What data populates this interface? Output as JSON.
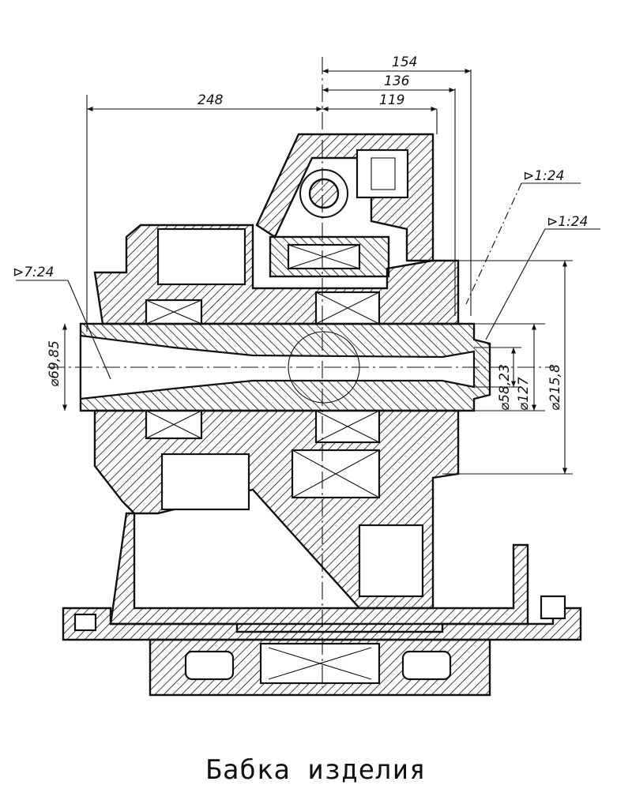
{
  "caption": "Бабка изделия",
  "dimensions": {
    "d154": "154",
    "d136": "136",
    "d119": "119",
    "d248": "248",
    "diam_69_85": "⌀69,85",
    "diam_58_23": "⌀58,23",
    "diam_127": "⌀127",
    "diam_215_8": "⌀215,8"
  },
  "tapers": {
    "left": "⊳7:24",
    "right_upper": "⊳1:24",
    "right_lower": "⊳1:24"
  }
}
